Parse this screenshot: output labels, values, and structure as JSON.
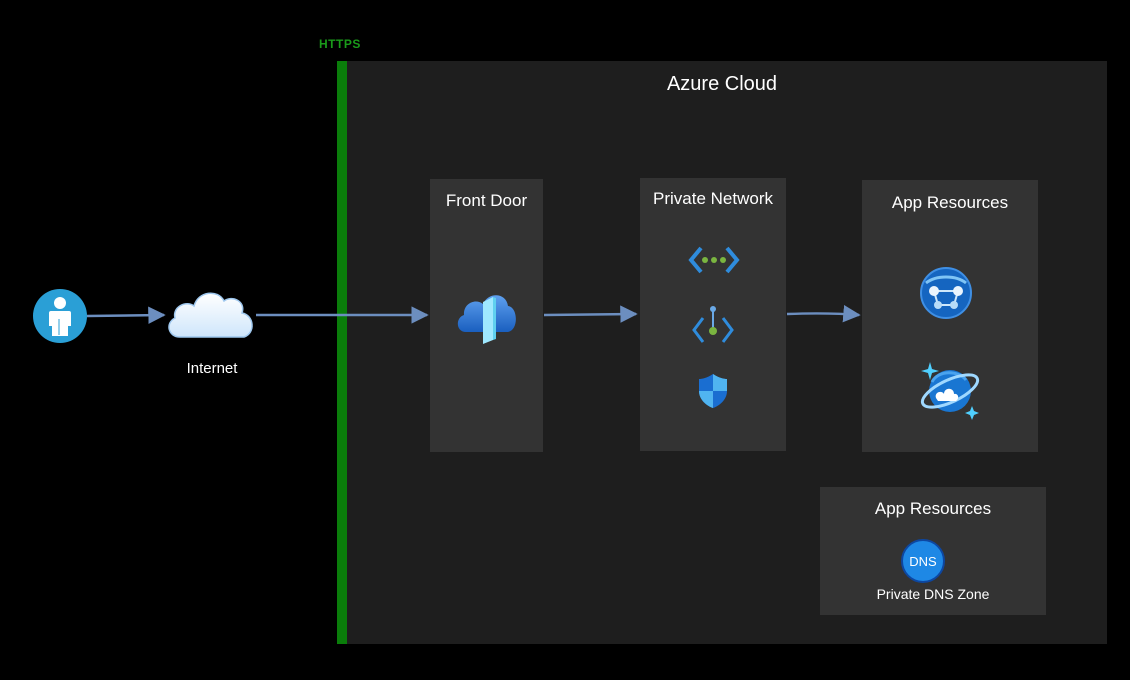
{
  "diagram": {
    "https_label": "HTTPS",
    "cloud_title": "Azure Cloud",
    "internet_label": "Internet",
    "front_door_title": "Front Door",
    "private_network_title": "Private Network",
    "app_resources_title": "App Resources",
    "app_resources_dns_title": "App Resources",
    "dns_icon_text": "DNS",
    "dns_zone_label": "Private DNS Zone"
  },
  "colors": {
    "background": "#000000",
    "cloud_box": "#1e1e1e",
    "panel": "#333333",
    "https_green": "#0a7d0a",
    "arrow": "#6c8ebf",
    "azure_blue": "#1e88e5"
  },
  "icons": {
    "user": "user-icon",
    "internet": "cloud-icon",
    "front_door": "front-door-icon",
    "vnet": "virtual-network-icon",
    "private_endpoint": "private-endpoint-icon",
    "firewall": "shield-icon",
    "app_service": "app-service-icon",
    "cosmos_db": "cosmos-db-icon",
    "dns": "dns-zone-icon"
  }
}
